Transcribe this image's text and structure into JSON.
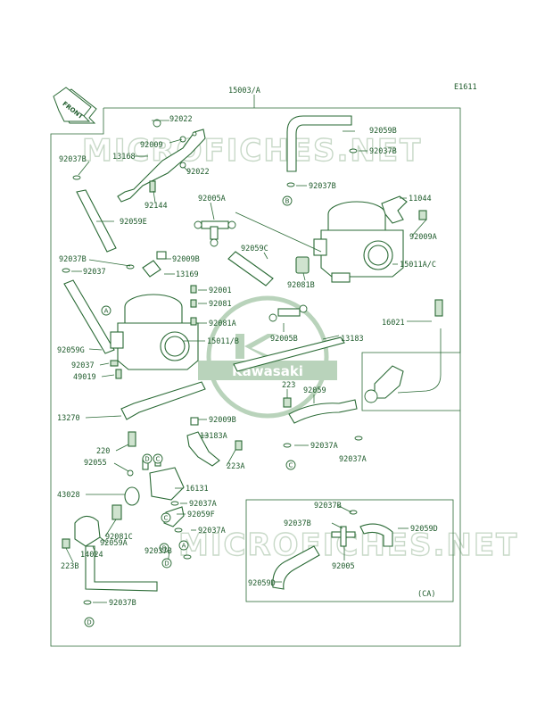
{
  "figure_code": "E1611",
  "front_label": "FRONT",
  "watermark": "MICROFICHES.NET",
  "logo_text": "Kawasaki",
  "assembly_label": "15003/A",
  "subassembly_tag": "(CA)",
  "callouts": {
    "92022a": "92022",
    "92009": "92009",
    "13168": "13168",
    "92022b": "92022",
    "92037B_1": "92037B",
    "92144": "92144",
    "92059E": "92059E",
    "92005A": "92005A",
    "92009B_1": "92009B",
    "92037B_2": "92037B",
    "92037_1": "92037",
    "13169": "13169",
    "92059C": "92059C",
    "92059B": "92059B",
    "92037B_3": "92037B",
    "92037B_4": "92037B",
    "11044": "11044",
    "92009A": "92009A",
    "15011AC": "15011A/C",
    "92081B": "92081B",
    "92001": "92001",
    "92081": "92081",
    "92081A": "92081A",
    "15011B": "15011/B",
    "92005B": "92005B",
    "13183": "13183",
    "16021": "16021",
    "92059G": "92059G",
    "92037_2": "92037",
    "49019": "49019",
    "223": "223",
    "92059": "92059",
    "13270": "13270",
    "92009B_2": "92009B",
    "13183A": "13183A",
    "220": "220",
    "92037A_1": "92037A",
    "92037A_2": "92037A",
    "92055": "92055",
    "223A": "223A",
    "43028": "43028",
    "16131": "16131",
    "92037A_3": "92037A",
    "92059F": "92059F",
    "92081C": "92081C",
    "92037A_4": "92037A",
    "92059A": "92059A",
    "14024": "14024",
    "92037B_5": "92037B",
    "223B": "223B",
    "92037B_6": "92037B",
    "ca_92037B_a": "92037B",
    "ca_92037B_b": "92037B",
    "ca_92059D_a": "92059D",
    "ca_92005": "92005",
    "ca_92059D_b": "92059D"
  },
  "ref_markers": {
    "A1": "A",
    "B1": "B",
    "C1": "C",
    "D1": "D",
    "C2": "C",
    "D2": "D",
    "C3": "C",
    "B2": "B",
    "A2": "A",
    "D3": "D"
  },
  "colors": {
    "line": "#2a6a35",
    "text": "#1d5a2a",
    "watermark": "#c8d9c8",
    "logo": "#b9d3bb"
  }
}
